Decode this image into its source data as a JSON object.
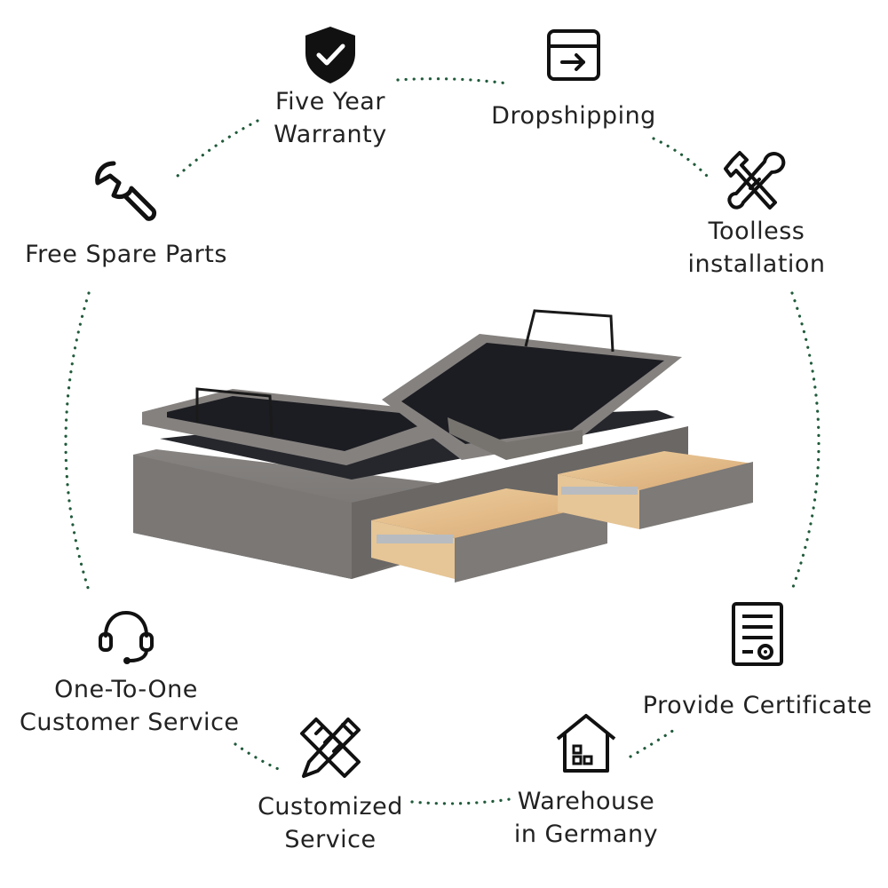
{
  "features": [
    {
      "key": "warranty",
      "icon": "shield-check-icon",
      "lines": [
        "Five Year",
        "Warranty"
      ]
    },
    {
      "key": "dropshipping",
      "icon": "box-arrow-icon",
      "lines": [
        "Dropshipping"
      ]
    },
    {
      "key": "toolless",
      "icon": "tools-icon",
      "lines": [
        "Toolless",
        "installation"
      ]
    },
    {
      "key": "spare_parts",
      "icon": "wrench-icon",
      "lines": [
        "Free Spare Parts"
      ]
    },
    {
      "key": "certificate",
      "icon": "certificate-icon",
      "lines": [
        "Provide Certificate"
      ]
    },
    {
      "key": "customer_service",
      "icon": "headset-icon",
      "lines": [
        "One-To-One",
        "Customer Service"
      ]
    },
    {
      "key": "customized",
      "icon": "pencil-ruler-icon",
      "lines": [
        "Customized",
        "Service"
      ]
    },
    {
      "key": "warehouse",
      "icon": "warehouse-icon",
      "lines": [
        "Warehouse",
        "in Germany"
      ]
    }
  ],
  "product_image": {
    "icon": "adjustable-bed-with-drawers"
  },
  "colors": {
    "dots": "#1f5a3a",
    "text": "#222222",
    "icon": "#111111",
    "bed_fabric": "#7d7a78",
    "bed_fabric_dark": "#5e5b59",
    "mattress_panel": "#1c1d22",
    "wood": "#e3bd8c"
  }
}
